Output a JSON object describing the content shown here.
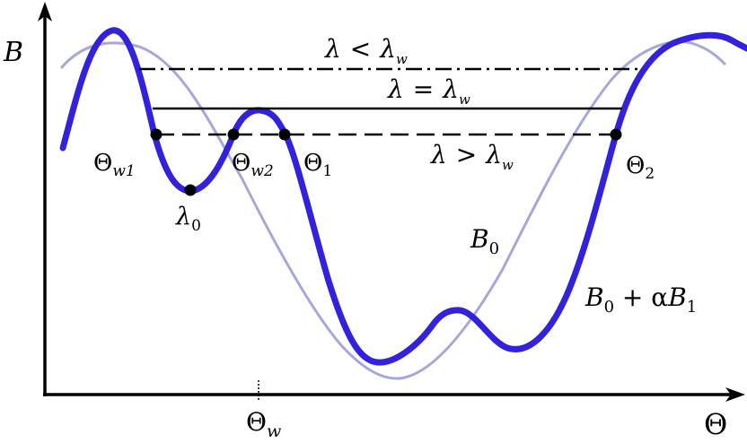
{
  "axes": {
    "y_label": "B",
    "x_label": "Θ"
  },
  "levels": {
    "lambda_less": {
      "lhs": "λ",
      "rel": "<",
      "rhs": "λ",
      "sub": "w"
    },
    "lambda_equal": {
      "lhs": "λ",
      "rel": "=",
      "rhs": "λ",
      "sub": "w"
    },
    "lambda_greater": {
      "lhs": "λ",
      "rel": ">",
      "rhs": "λ",
      "sub": "w"
    }
  },
  "points": {
    "theta_w1": {
      "base": "Θ",
      "sub": "w1"
    },
    "theta_w2": {
      "base": "Θ",
      "sub": "w2"
    },
    "theta_1": {
      "base": "Θ",
      "sub": "1"
    },
    "theta_2": {
      "base": "Θ",
      "sub": "2"
    },
    "lambda_0": {
      "base": "λ",
      "sub": "0"
    },
    "theta_w": {
      "base": "Θ",
      "sub": "w"
    }
  },
  "curves": {
    "b0": {
      "base": "B",
      "sub": "0"
    },
    "perturbed": {
      "base": "B",
      "sub": "0",
      "plus": " + α",
      "base2": "B",
      "sub2": "1"
    }
  },
  "colors": {
    "perturbed_curve": "#3322dd",
    "base_curve": "#a7a7dc",
    "axes": "#000000"
  }
}
